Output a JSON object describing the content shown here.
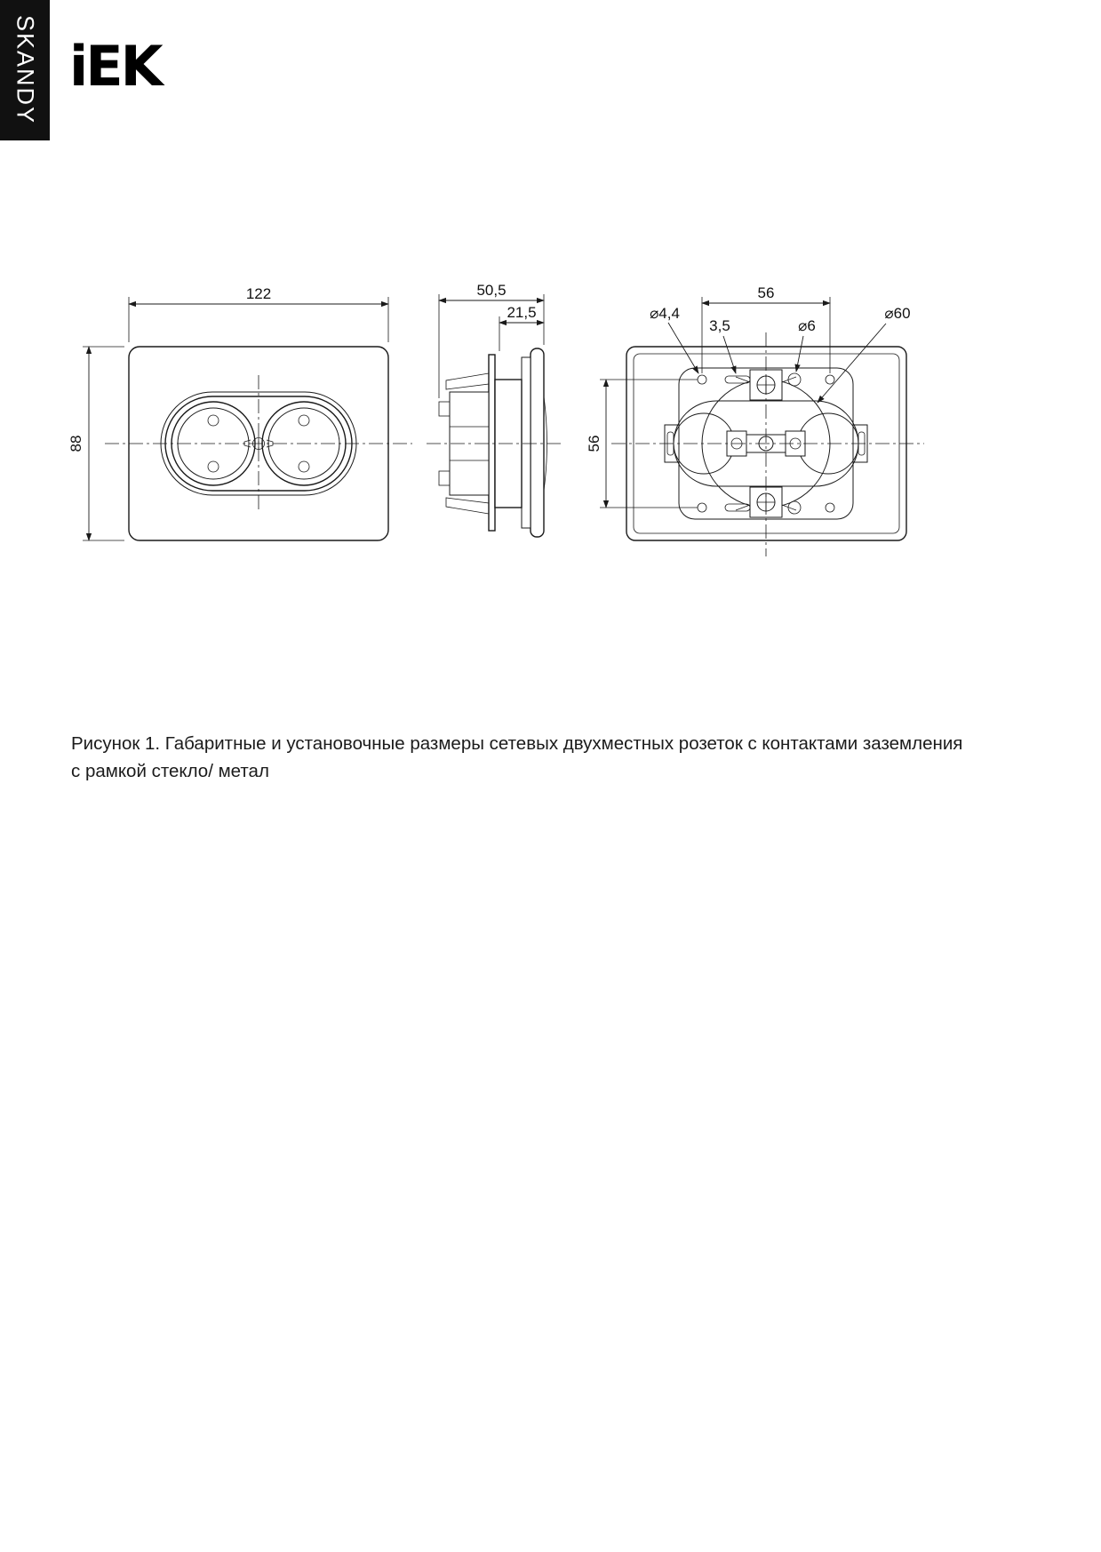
{
  "page": {
    "series_label": "SKANDY",
    "logo_text": "iEK",
    "caption": "Рисунок 1. Габаритные и установочные размеры сетевых двухместных розеток с контактами заземления с рамкой стекло/ метал"
  },
  "drawing": {
    "front": {
      "width": "122",
      "height": "88"
    },
    "side": {
      "depth": "50,5",
      "front_depth": "21,5"
    },
    "rear": {
      "width": "56",
      "height": "56",
      "hole_small": "⌀4,4",
      "slot": "3,5",
      "hole_medium": "⌀6",
      "box_diameter": "⌀60"
    }
  }
}
